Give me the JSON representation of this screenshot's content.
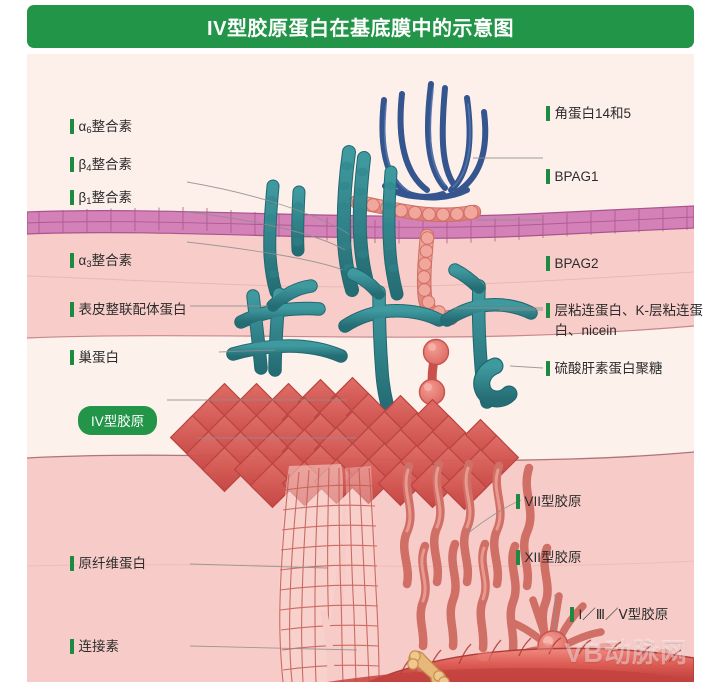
{
  "header": {
    "title": "IV型胶原蛋白在基底膜中的示意图",
    "bg_color": "#229548",
    "text_color": "#ffffff"
  },
  "theme": {
    "accent_green": "#1d8a42",
    "badge_green": "#229548",
    "layer_epidermis": "#fdf0ea",
    "layer_cytoplasm": "#f9cfcd",
    "layer_lamina_lucida": "#fdf0ea",
    "layer_dermis": "#f7cfcb",
    "membrane_pink": "#d munkre",
    "membrane_color": "#d37bb4",
    "integrin_teal": "#2b7f85",
    "keratin_blue": "#35568f",
    "bpag_salmon": "#ea8d84",
    "collagen_red": "#d04a4a",
    "fibril_red": "#e26a63"
  },
  "labels_left": [
    {
      "id": "integrin-a6",
      "text_pre": "α",
      "sub": "6",
      "text_post": "整合素",
      "full": "α6整合素"
    },
    {
      "id": "integrin-b4",
      "text_pre": "β",
      "sub": "4",
      "text_post": "整合素",
      "full": "β4整合素"
    },
    {
      "id": "integrin-b1",
      "text_pre": "β",
      "sub": "1",
      "text_post": "整合素",
      "full": "β1整合素"
    },
    {
      "id": "integrin-a3",
      "text_pre": "α",
      "sub": "3",
      "text_post": "整合素",
      "full": "α3整合素"
    },
    {
      "id": "epiligrin",
      "full": "表皮整联配体蛋白"
    },
    {
      "id": "nidogen",
      "full": "巢蛋白"
    },
    {
      "id": "fibrillin",
      "full": "原纤维蛋白"
    },
    {
      "id": "nexin",
      "full": "连接素"
    }
  ],
  "labels_right": [
    {
      "id": "keratin",
      "full": "角蛋白14和5"
    },
    {
      "id": "bpag1",
      "full": "BPAG1"
    },
    {
      "id": "bpag2",
      "full": "BPAG2"
    },
    {
      "id": "laminin",
      "full": "层粘连蛋白、K-层粘连蛋白、nicein"
    },
    {
      "id": "hspg",
      "full": "硫酸肝素蛋白聚糖"
    },
    {
      "id": "collagen7",
      "full": "VII型胶原"
    },
    {
      "id": "collagen12",
      "full": "XII型胶原"
    },
    {
      "id": "collagen135",
      "full": "I／Ⅲ／Ⅴ型胶原"
    }
  ],
  "badge": {
    "id": "collagen4",
    "full": "IV型胶原"
  },
  "watermark": {
    "text": "VB动脉网"
  }
}
